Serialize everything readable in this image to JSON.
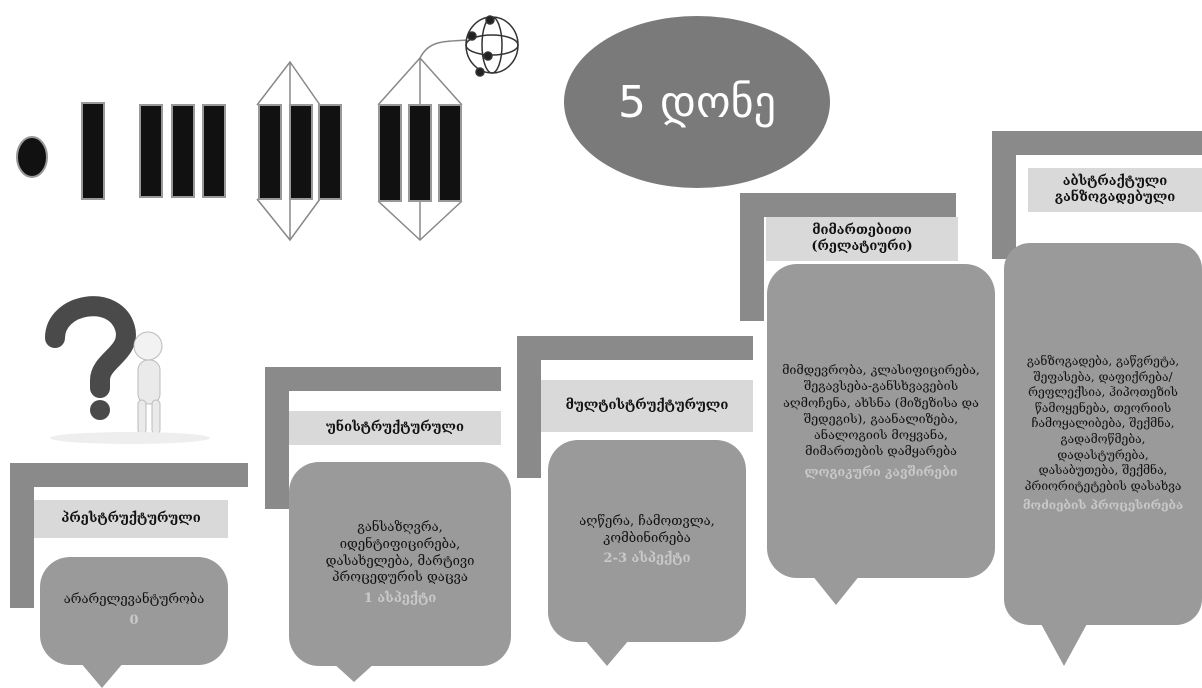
{
  "level": {
    "title": "5 დონე"
  },
  "stages": [
    {
      "name": "პრესტრუქტურული",
      "description": "არარელევანტურობა",
      "note": "0"
    },
    {
      "name": "უნისტრუქტურული",
      "description": "განსაზღვრა, იდენტიფიცირება, დასახელება, მარტივი პროცედურის დაცვა",
      "note": "1 ასპექტი"
    },
    {
      "name": "მულტისტრუქტურული",
      "description": "აღწერა, ჩამოთვლა, კომბინირება",
      "note": "2-3 ასპექტი"
    },
    {
      "name": "მიმართებითი (რელატიური)",
      "description": "მიმდევრობა, კლასიფიცირება, შეგავსება-განსხვავების აღმოჩენა, ახსნა (მიზეზისა და შედეგის), გაანალიზება, ანალოგიის მოყვანა, მიმართების დამყარება",
      "note": "ლოგიკური კავშირები"
    },
    {
      "name": "აბსტრაქტული განზოგადებული",
      "description": "განზოგადება, გაწვრეტა, შეფასება, დაფიქრება/რეფლექსია, ჰიპოთეზის წამოყენება, თეორიის ჩამოყალიბება, შექმნა, გადამოწმება, დადასტურება, დასაბუთება, შექმნა, პრიორიტეტების დასახვა",
      "note": "მოძიების პროცესირება"
    }
  ],
  "colors": {
    "box": "#9a9a9a",
    "bar": "#8a8a8a",
    "label": "#d9d9d9",
    "oval": "#7a7a7a",
    "note": "#c9c9c9"
  },
  "figure": {
    "icon": "question-mark-figure-icon"
  }
}
